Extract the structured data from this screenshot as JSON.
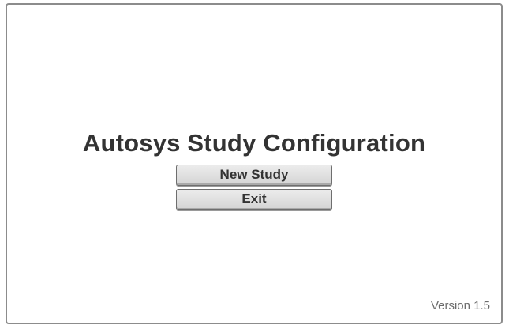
{
  "app": {
    "title": "Autosys Study Configuration",
    "version": "Version 1.5"
  },
  "buttons": {
    "new_study": "New Study",
    "exit": "Exit"
  }
}
